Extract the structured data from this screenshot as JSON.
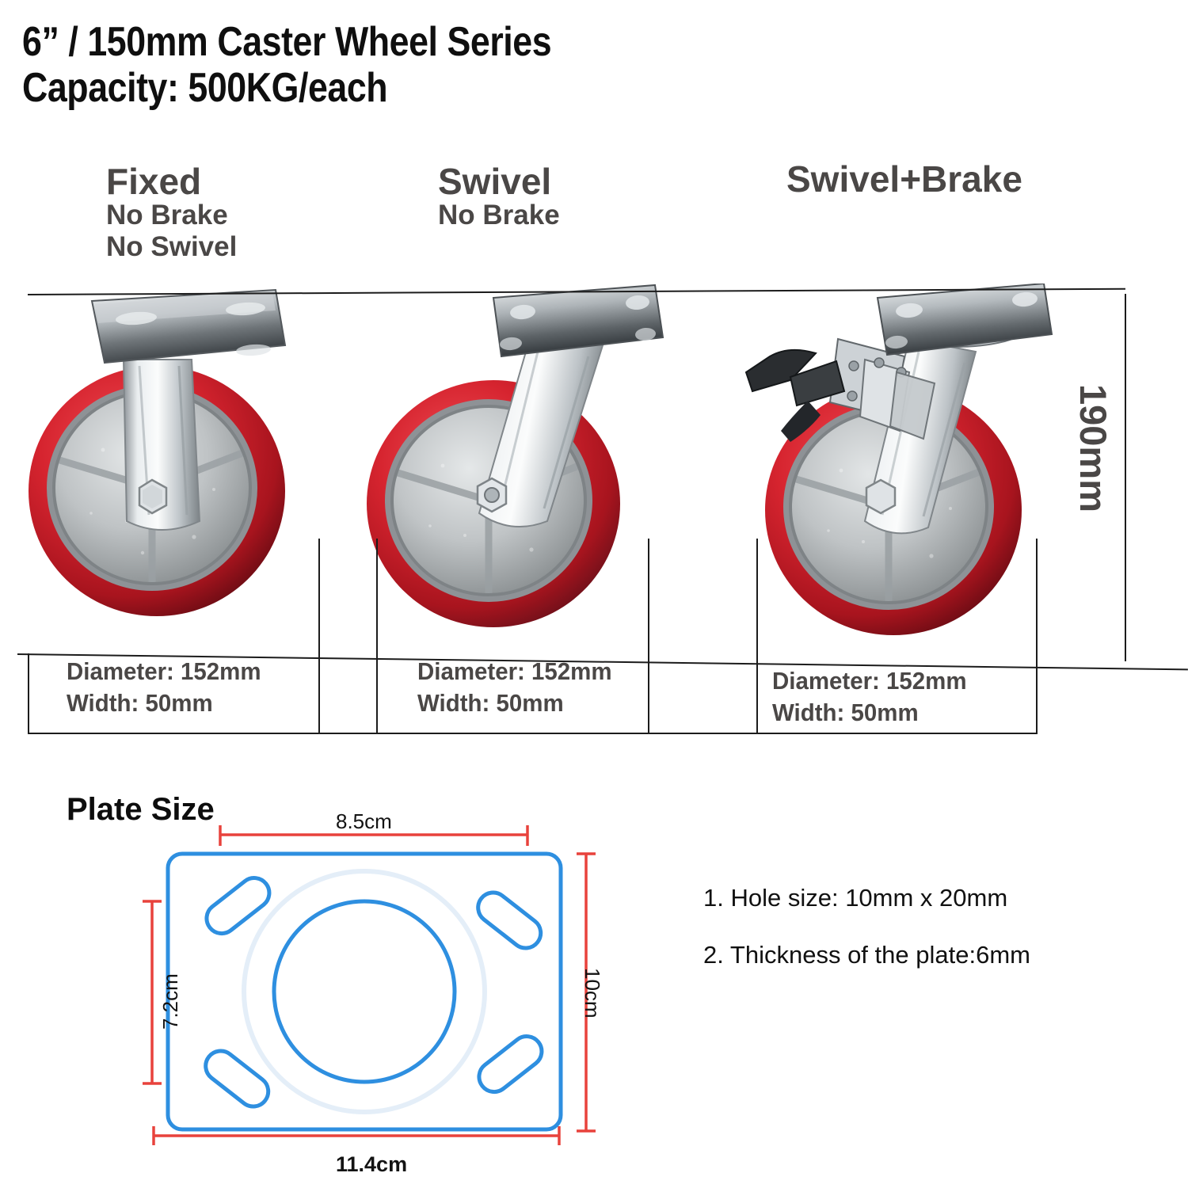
{
  "header": {
    "title_line1": "6” / 150mm Caster Wheel Series",
    "title_line2": "Capacity: 500KG/each"
  },
  "columns": [
    {
      "type_label": "Fixed",
      "feature_1": "No Brake",
      "feature_2": "No Swivel",
      "diameter": "Diameter: 152mm",
      "width": "Width: 50mm"
    },
    {
      "type_label": "Swivel",
      "feature_1": "No Brake",
      "feature_2": "",
      "diameter": "Diameter: 152mm",
      "width": "Width: 50mm"
    },
    {
      "type_label": "Swivel+Brake",
      "feature_1": "",
      "feature_2": "",
      "diameter": "Diameter: 152mm",
      "width": "Width: 50mm"
    }
  ],
  "overall_height_label": "190mm",
  "plate": {
    "section_title": "Plate Size",
    "dim_top": "8.5cm",
    "dim_left": "7.2cm",
    "dim_right": "10cm",
    "dim_bottom": "11.4cm"
  },
  "notes": [
    "1. Hole size: 10mm x 20mm",
    "2. Thickness of the plate:6mm"
  ],
  "colors": {
    "dim_red": "#e8423c",
    "plate_blue": "#2e8fe0",
    "heading_gray": "#4a4746",
    "tread_red": "#c8202c",
    "hub_gray": "#b9bcbd",
    "steel": "#d6d9dc",
    "rule_black": "#1c1c1c"
  }
}
